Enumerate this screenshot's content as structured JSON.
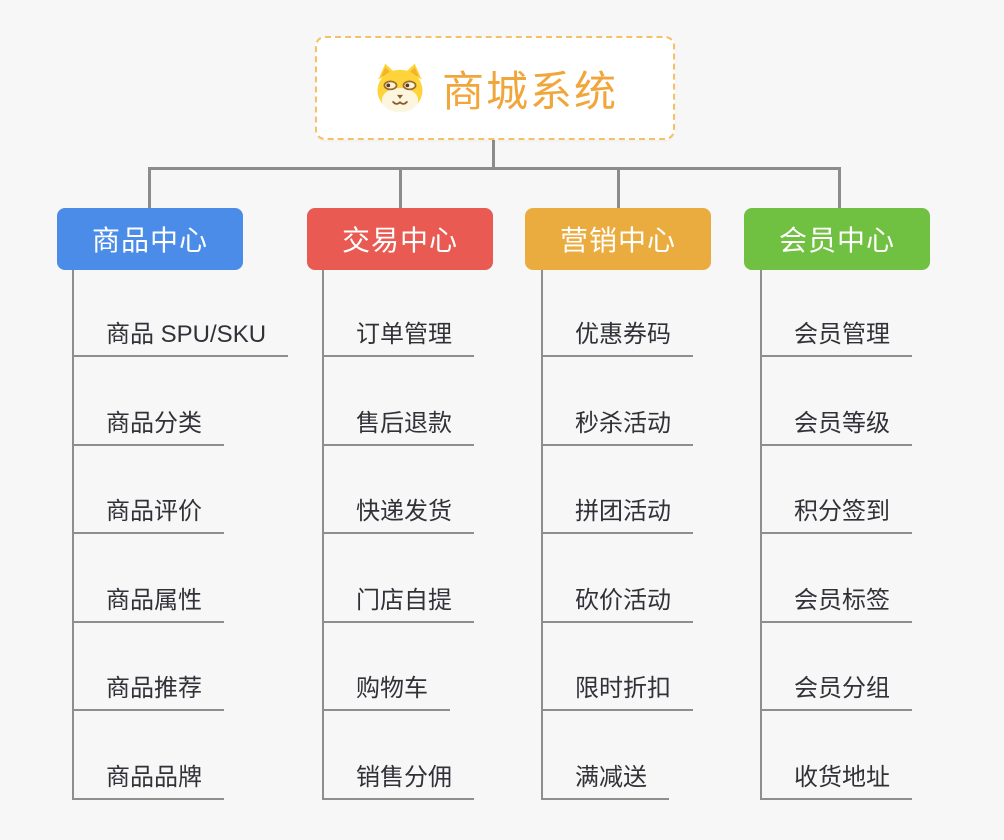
{
  "root": {
    "title": "商城系统",
    "title_color": "#f0a63a",
    "border_color": "#f6c066",
    "icon": "dog-icon"
  },
  "connector_color": "#8c8c8c",
  "underline_color": "#8e8e8e",
  "branches": [
    {
      "label": "商品中心",
      "color": "#4a8ce8",
      "items": [
        "商品 SPU/SKU",
        "商品分类",
        "商品评价",
        "商品属性",
        "商品推荐",
        "商品品牌"
      ]
    },
    {
      "label": "交易中心",
      "color": "#e85a52",
      "items": [
        "订单管理",
        "售后退款",
        "快递发货",
        "门店自提",
        "购物车",
        "销售分佣"
      ]
    },
    {
      "label": "营销中心",
      "color": "#ebac3f",
      "items": [
        "优惠券码",
        "秒杀活动",
        "拼团活动",
        "砍价活动",
        "限时折扣",
        "满减送"
      ]
    },
    {
      "label": "会员中心",
      "color": "#70c041",
      "items": [
        "会员管理",
        "会员等级",
        "积分签到",
        "会员标签",
        "会员分组",
        "收货地址"
      ]
    }
  ]
}
